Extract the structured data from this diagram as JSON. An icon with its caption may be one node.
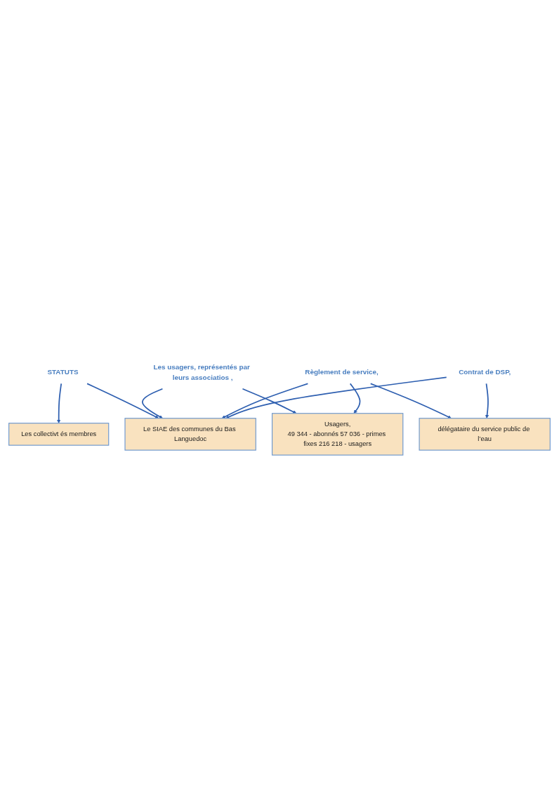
{
  "diagram": {
    "nodes": [
      {
        "text": [
          "Les collectivt és membres"
        ]
      },
      {
        "text": [
          "STATUTS"
        ]
      },
      {
        "text": [
          "Le SIAE des communes du Bas Languedoc"
        ]
      },
      {
        "text": [
          "Les usagers, représentés par leurs associatios ,"
        ]
      },
      {
        "text": [
          "Contrat de DSP,"
        ]
      },
      {
        "text": [
          "Usagers,",
          "49 344 - abonnés 57 036 - primes fixes 216 218 - usagers"
        ]
      },
      {
        "text": [
          "Règlement de service,"
        ]
      },
      {
        "text": [
          "délégataire du service public de l’eau"
        ]
      }
    ],
    "edges": [
      {
        "from": 1,
        "to": 0,
        "arrow": "to"
      },
      {
        "from": 1,
        "to": 2,
        "arrow": "to"
      },
      {
        "from": 3,
        "to": 2,
        "arrow": "to"
      },
      {
        "from": 6,
        "to": 2,
        "arrow": "to"
      },
      {
        "from": 4,
        "to": 2,
        "arrow": "to"
      },
      {
        "from": 3,
        "to": 5,
        "arrow": "to"
      },
      {
        "from": 6,
        "to": 5,
        "arrow": "to"
      },
      {
        "from": 6,
        "to": 7,
        "arrow": "to"
      },
      {
        "from": 4,
        "to": 7,
        "arrow": "to"
      }
    ]
  }
}
